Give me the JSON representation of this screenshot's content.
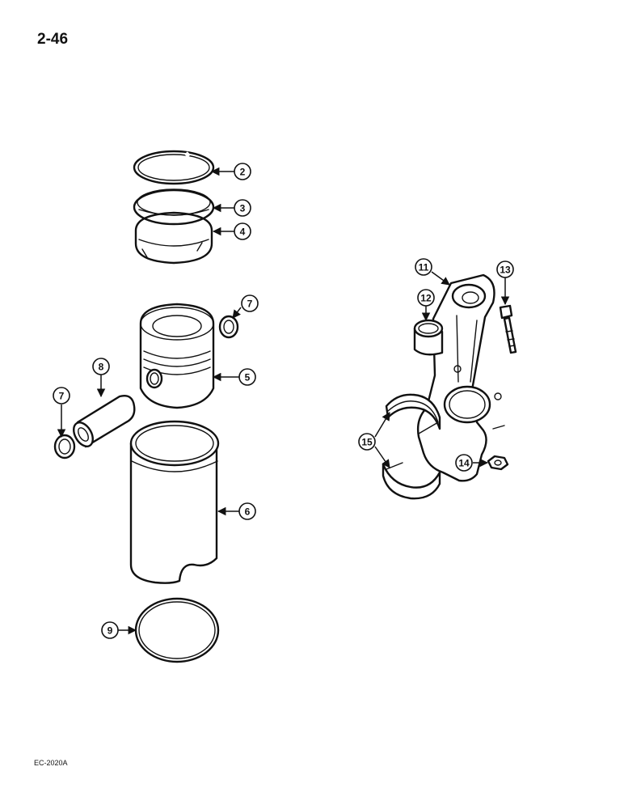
{
  "page": {
    "number": "2-46",
    "code": "EC-2020A"
  },
  "callouts": {
    "c2": "2",
    "c3": "3",
    "c4": "4",
    "c5": "5",
    "c6": "6",
    "c7a": "7",
    "c7b": "7",
    "c8": "8",
    "c9": "9",
    "c11": "11",
    "c12": "12",
    "c13": "13",
    "c14": "14",
    "c15": "15"
  }
}
